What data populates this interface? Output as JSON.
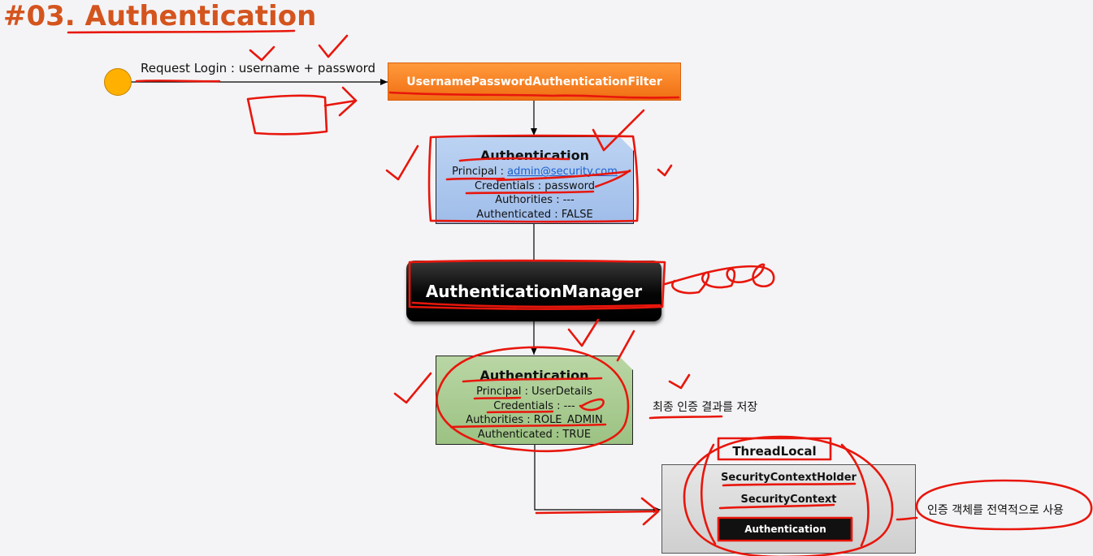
{
  "title": "#03. Authentication",
  "request_label": "Request Login : username + password",
  "filter_label": "UsernamePasswordAuthenticationFilter",
  "auth_request": {
    "heading": "Authentication",
    "principal_key": "Principal : ",
    "principal_value": "admin@security.com",
    "credentials": "Credentials : password",
    "authorities": "Authorities : ---",
    "authenticated": "Authenticated : FALSE"
  },
  "manager_label": "AuthenticationManager",
  "auth_result": {
    "heading": "Authentication",
    "principal": "Principal : UserDetails",
    "credentials": "Credentials : ---",
    "authorities": "Authorities : ROLE_ADMIN",
    "authenticated": "Authenticated : TRUE"
  },
  "note_store": "최종 인증 결과를 저장",
  "threadlocal_label": "ThreadLocal",
  "security_context_holder_label": "SecurityContextHolder",
  "security_context_label": "SecurityContext",
  "inner_auth_label": "Authentication",
  "note_global": "인증 객체를 전역적으로 사용",
  "colors": {
    "title": "#d4541e",
    "filter": "#f07a1a",
    "annotation": "#e8160c",
    "start_node": "#ffb000",
    "auth_request_fill": "#a8c4ee",
    "auth_result_fill": "#a3c88a"
  }
}
